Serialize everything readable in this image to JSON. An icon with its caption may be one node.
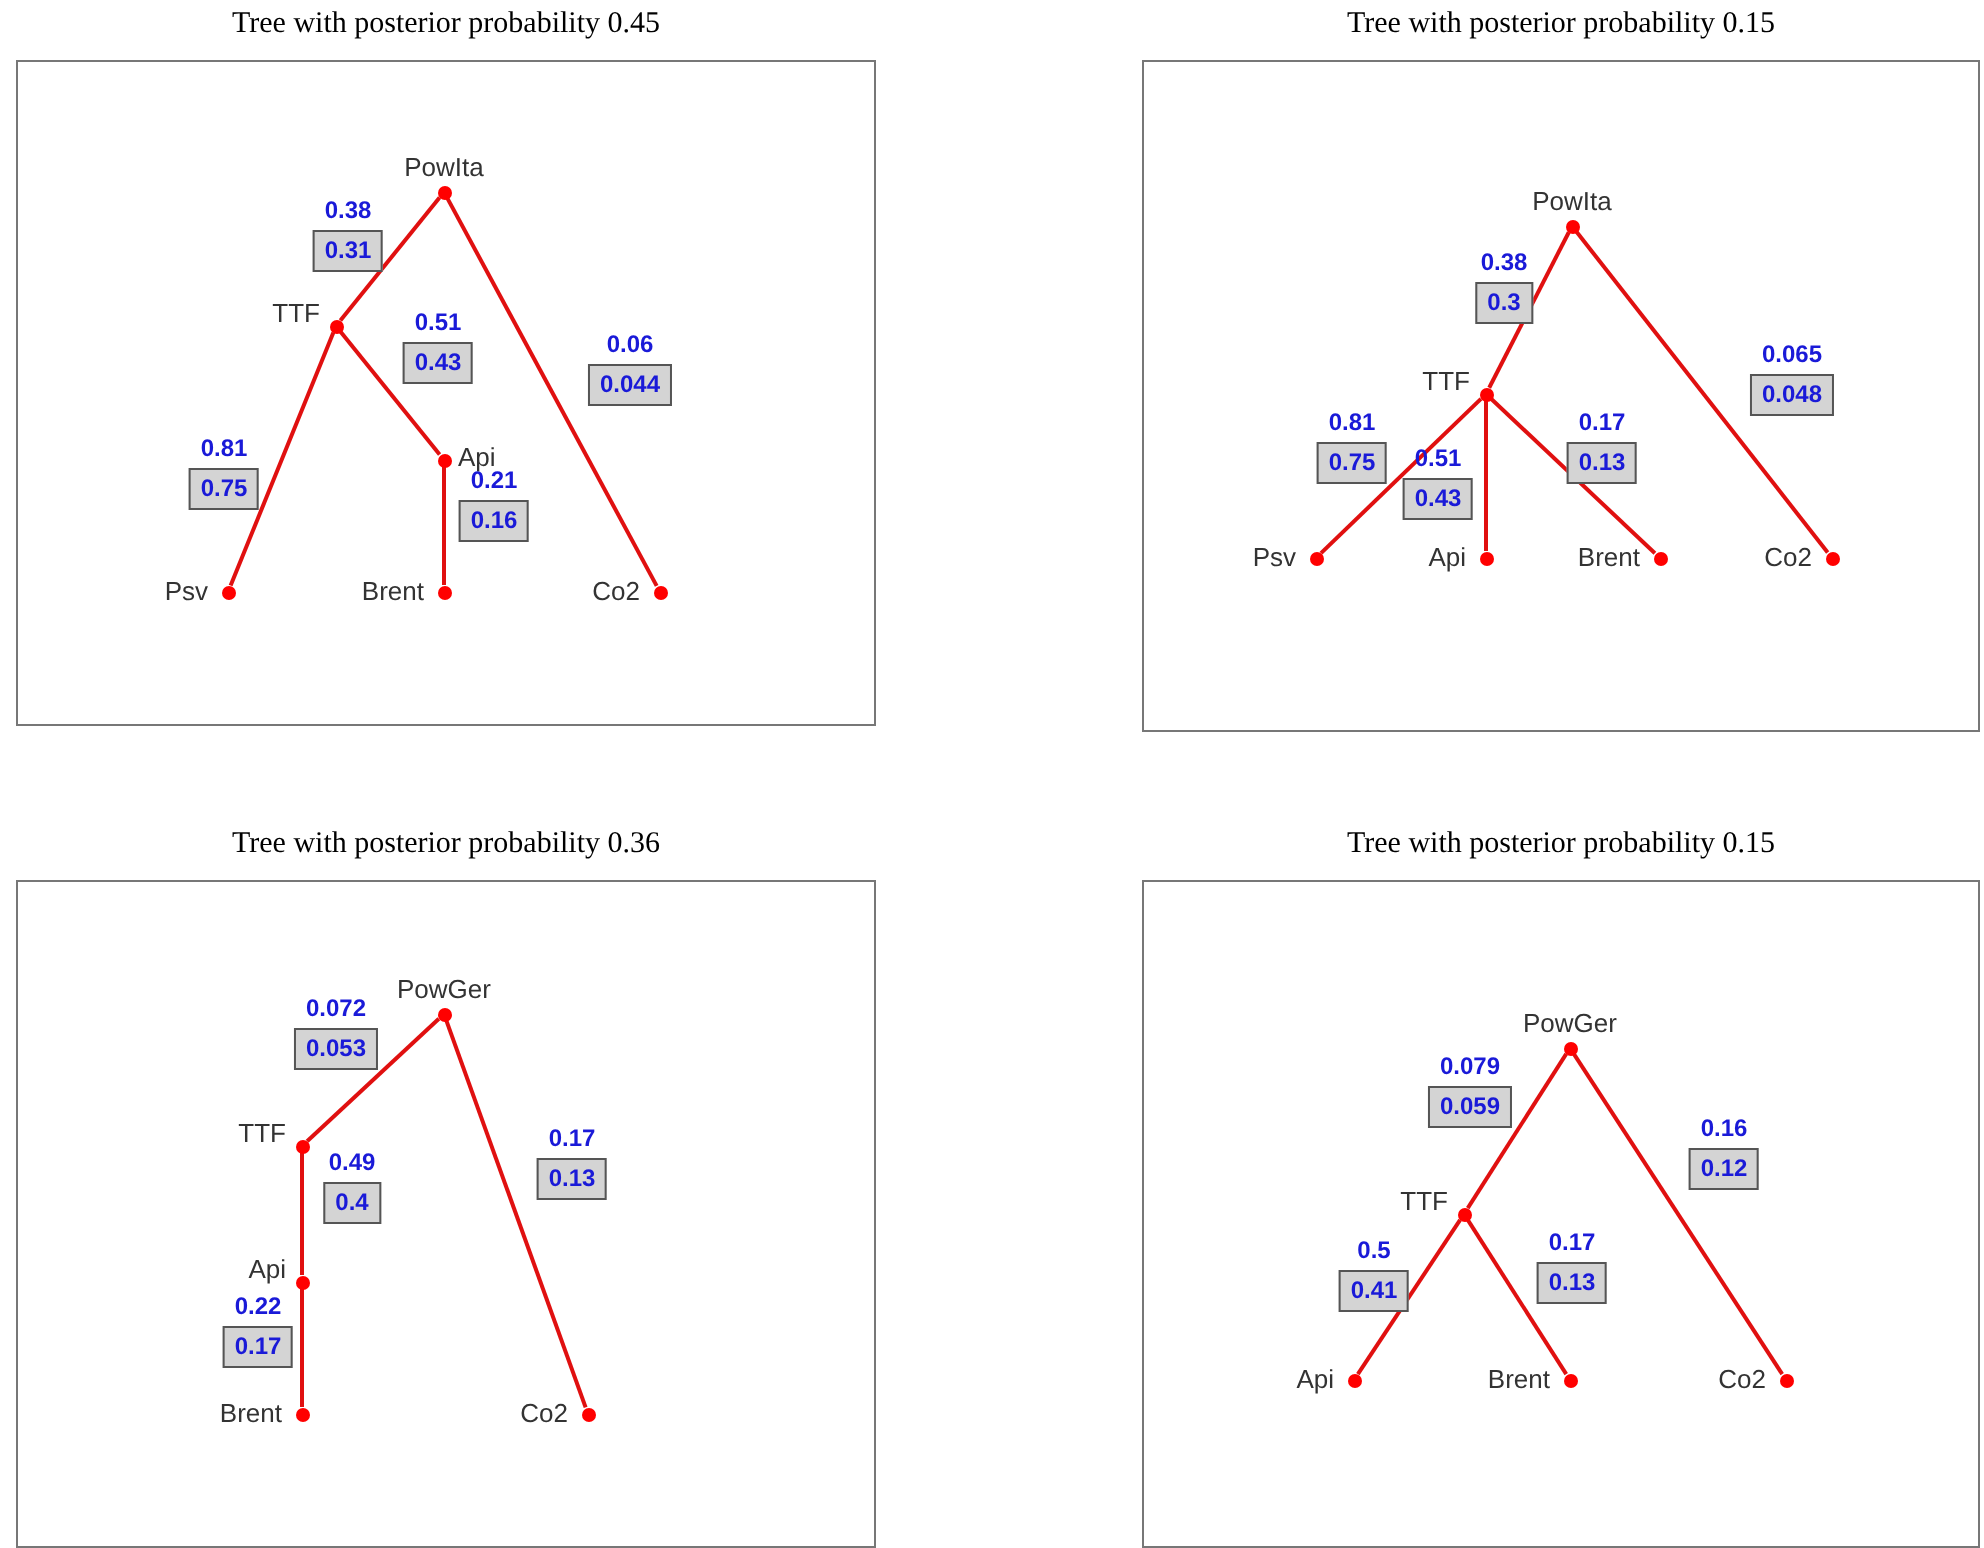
{
  "diagram": {
    "nodes": [
      {
        "text": [
          "Tree with posterior probability 0.45"
        ]
      },
      {
        "text": [],
        "shape": "circle",
        "beside": [
          "PowIta"
        ],
        "in": 0
      },
      {
        "text": [],
        "shape": "circle",
        "beside": [
          "TTF"
        ],
        "in": 0
      },
      {
        "text": [],
        "shape": "circle",
        "beside": [
          "Api"
        ],
        "in": 0
      },
      {
        "text": [],
        "shape": "circle",
        "beside": [
          "Psv"
        ],
        "in": 0
      },
      {
        "text": [],
        "shape": "circle",
        "beside": [
          "Brent"
        ],
        "in": 0
      },
      {
        "text": [],
        "shape": "circle",
        "beside": [
          "Co2"
        ],
        "in": 0
      },
      {
        "text": [
          "0.38",
          "0.31"
        ],
        "in": 0
      },
      {
        "text": [
          "0.51",
          "0.43"
        ],
        "in": 0
      },
      {
        "text": [
          "0.06",
          "0.044"
        ],
        "in": 0
      },
      {
        "text": [
          "0.81",
          "0.75"
        ],
        "in": 0
      },
      {
        "text": [
          "0.21",
          "0.16"
        ],
        "in": 0
      },
      {
        "text": [
          "Tree with posterior probability 0.15"
        ]
      },
      {
        "text": [],
        "shape": "circle",
        "beside": [
          "PowIta"
        ],
        "in": 12
      },
      {
        "text": [],
        "shape": "circle",
        "beside": [
          "TTF"
        ],
        "in": 12
      },
      {
        "text": [],
        "shape": "circle",
        "beside": [
          "Psv"
        ],
        "in": 12
      },
      {
        "text": [],
        "shape": "circle",
        "beside": [
          "Api"
        ],
        "in": 12
      },
      {
        "text": [],
        "shape": "circle",
        "beside": [
          "Brent"
        ],
        "in": 12
      },
      {
        "text": [],
        "shape": "circle",
        "beside": [
          "Co2"
        ],
        "in": 12
      },
      {
        "text": [
          "0.38",
          "0.3"
        ],
        "in": 12
      },
      {
        "text": [
          "0.065",
          "0.048"
        ],
        "in": 12
      },
      {
        "text": [
          "0.81",
          "0.75"
        ],
        "in": 12
      },
      {
        "text": [
          "0.51",
          "0.43"
        ],
        "in": 12
      },
      {
        "text": [
          "0.17",
          "0.13"
        ],
        "in": 12
      },
      {
        "text": [
          "Tree with posterior probability 0.36"
        ]
      },
      {
        "text": [],
        "shape": "circle",
        "beside": [
          "PowGer"
        ],
        "in": 24
      },
      {
        "text": [],
        "shape": "circle",
        "beside": [
          "TTF"
        ],
        "in": 24
      },
      {
        "text": [],
        "shape": "circle",
        "beside": [
          "Api"
        ],
        "in": 24
      },
      {
        "text": [],
        "shape": "circle",
        "beside": [
          "Brent"
        ],
        "in": 24
      },
      {
        "text": [],
        "shape": "circle",
        "beside": [
          "Co2"
        ],
        "in": 24
      },
      {
        "text": [
          "0.072",
          "0.053"
        ],
        "in": 24
      },
      {
        "text": [
          "0.49",
          "0.4"
        ],
        "in": 24
      },
      {
        "text": [
          "0.17",
          "0.13"
        ],
        "in": 24
      },
      {
        "text": [
          "0.22",
          "0.17"
        ],
        "in": 24
      },
      {
        "text": [
          "Tree with posterior probability 0.15"
        ]
      },
      {
        "text": [],
        "shape": "circle",
        "beside": [
          "PowGer"
        ],
        "in": 34
      },
      {
        "text": [],
        "shape": "circle",
        "beside": [
          "TTF"
        ],
        "in": 34
      },
      {
        "text": [],
        "shape": "circle",
        "beside": [
          "Api"
        ],
        "in": 34
      },
      {
        "text": [],
        "shape": "circle",
        "beside": [
          "Brent"
        ],
        "in": 34
      },
      {
        "text": [],
        "shape": "circle",
        "beside": [
          "Co2"
        ],
        "in": 34
      },
      {
        "text": [
          "0.079",
          "0.059"
        ],
        "in": 34
      },
      {
        "text": [
          "0.16",
          "0.12"
        ],
        "in": 34
      },
      {
        "text": [
          "0.5",
          "0.41"
        ],
        "in": 34
      },
      {
        "text": [
          "0.17",
          "0.13"
        ],
        "in": 34
      }
    ],
    "edges": [
      {
        "from": 1,
        "to": 2,
        "arrow": "none"
      },
      {
        "from": 2,
        "to": 3,
        "arrow": "none"
      },
      {
        "from": 1,
        "to": 6,
        "arrow": "none"
      },
      {
        "from": 2,
        "to": 4,
        "arrow": "none"
      },
      {
        "from": 3,
        "to": 5,
        "arrow": "none"
      },
      {
        "from": 13,
        "to": 14,
        "arrow": "none"
      },
      {
        "from": 13,
        "to": 18,
        "arrow": "none"
      },
      {
        "from": 14,
        "to": 15,
        "arrow": "none"
      },
      {
        "from": 14,
        "to": 16,
        "arrow": "none"
      },
      {
        "from": 14,
        "to": 17,
        "arrow": "none"
      },
      {
        "from": 25,
        "to": 26,
        "arrow": "none"
      },
      {
        "from": 25,
        "to": 29,
        "arrow": "none"
      },
      {
        "from": 26,
        "to": 27,
        "arrow": "none"
      },
      {
        "from": 27,
        "to": 28,
        "arrow": "none"
      },
      {
        "from": 35,
        "to": 36,
        "arrow": "none"
      },
      {
        "from": 35,
        "to": 39,
        "arrow": "none"
      },
      {
        "from": 36,
        "to": 37,
        "arrow": "none"
      },
      {
        "from": 36,
        "to": 38,
        "arrow": "none"
      }
    ]
  }
}
